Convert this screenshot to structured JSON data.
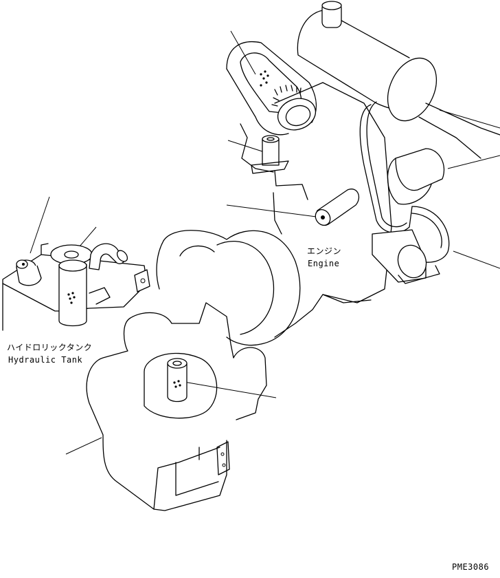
{
  "labels": {
    "engine_jp": "エンジン",
    "engine_en": "Engine",
    "tank_jp": "ハイドロリックタンク",
    "tank_en": "Hydraulic Tank",
    "drawing_no": "PME3086"
  }
}
